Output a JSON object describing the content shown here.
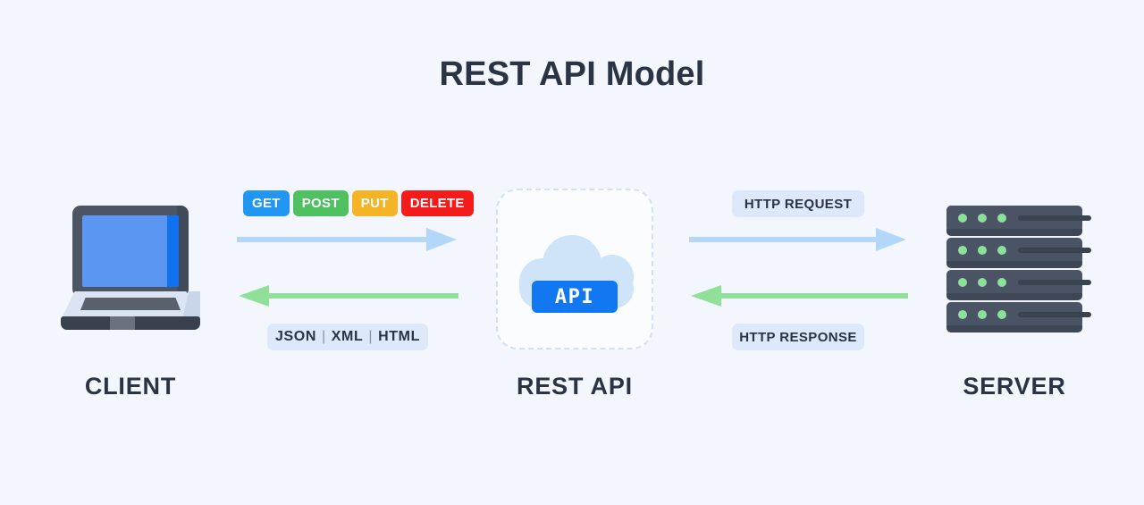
{
  "title": "REST API Model",
  "background_color": "#f3f7fd",
  "labels": {
    "client": "CLIENT",
    "rest_api": "REST API",
    "server": "SERVER"
  },
  "api_node": {
    "pill_label": "API",
    "pill_color": "#1178f2",
    "cloud_color": "#cfe3f9",
    "card_border_color": "#cfe0f8"
  },
  "http_methods": [
    {
      "label": "GET",
      "color": "#2196f3"
    },
    {
      "label": "POST",
      "color": "#4fc161"
    },
    {
      "label": "PUT",
      "color": "#f5b426"
    },
    {
      "label": "DELETE",
      "color": "#f51b1b"
    }
  ],
  "response_formats": {
    "items": [
      "JSON",
      "XML",
      "HTML"
    ],
    "separator": "|"
  },
  "right_chips": {
    "request": "HTTP REQUEST",
    "response": "HTTP RESPONSE"
  },
  "arrows": {
    "request_color": "#b3d7f8",
    "response_color": "#90e09a",
    "client_to_api_request_direction": "right",
    "api_to_client_response_direction": "left",
    "api_to_server_request_direction": "right",
    "server_to_api_response_direction": "left"
  },
  "client_device": {
    "type": "laptop",
    "screen_color": "#5b97f2",
    "bezel_color": "#4c5564"
  },
  "server_device": {
    "type": "server-rack",
    "rack_count": 4,
    "leds_per_rack": 3,
    "led_color": "#8ce09a",
    "rack_color": "#4a5464"
  }
}
